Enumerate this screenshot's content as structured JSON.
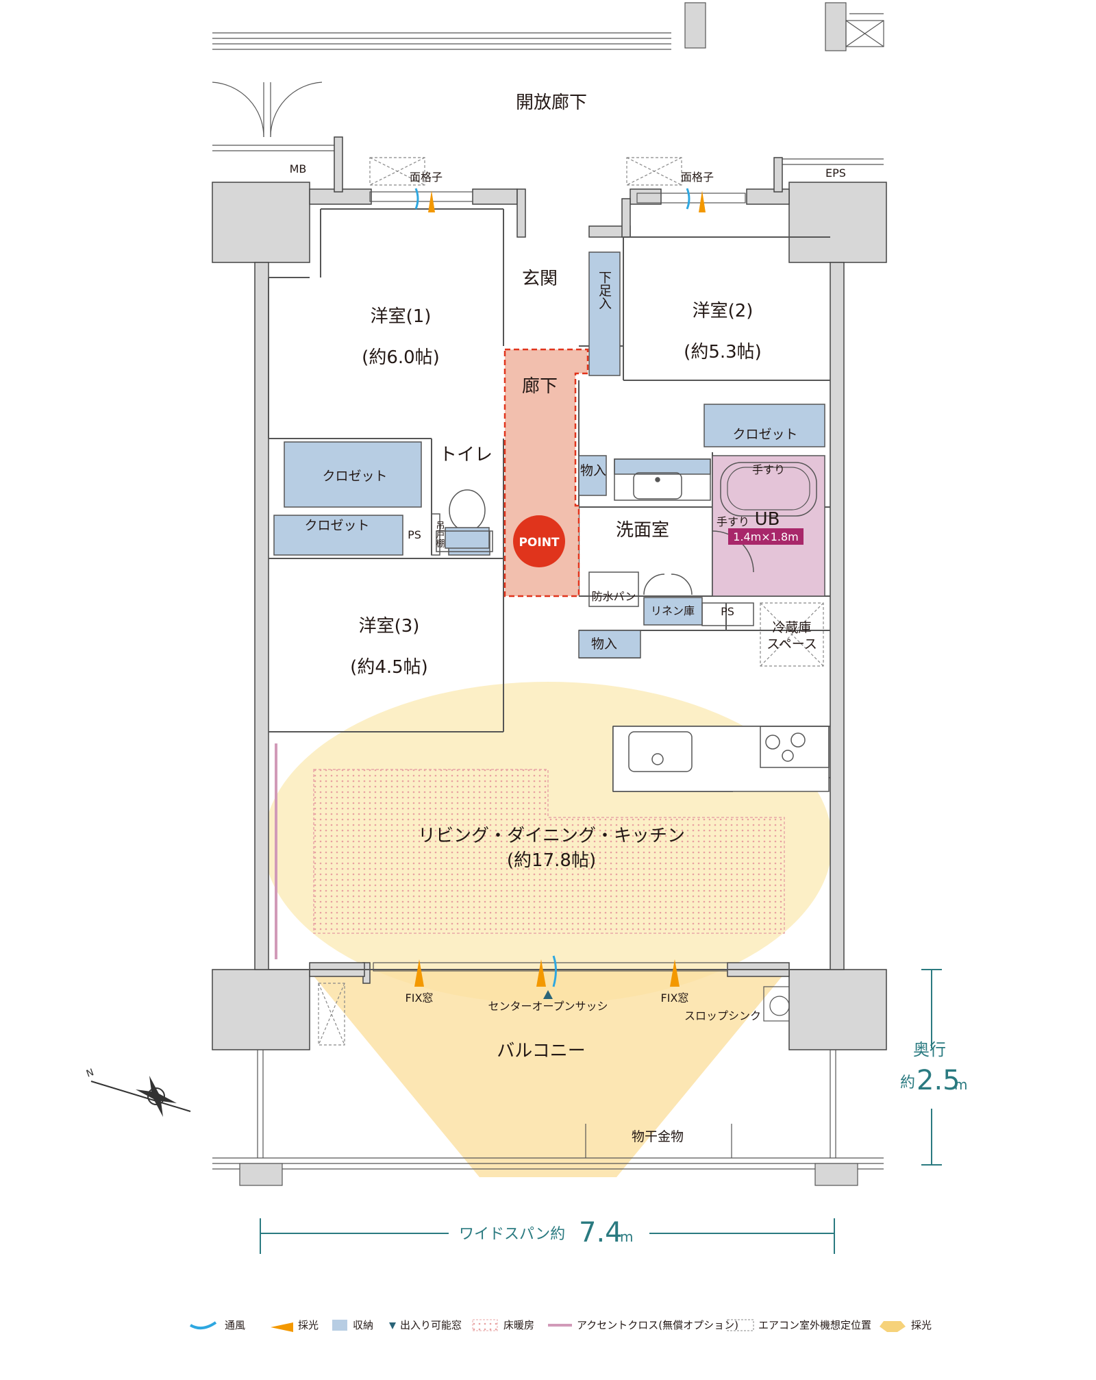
{
  "rooms": {
    "corridor_open": "開放廊下",
    "mb": "MB",
    "eps": "EPS",
    "grille_left": "面格子",
    "grille_right": "面格子",
    "entrance": "玄関",
    "shoe_storage": "下足入",
    "hallway": "廊下",
    "western1": "洋室(1)",
    "western1_size": "(約6.0帖)",
    "western2": "洋室(2)",
    "western2_size": "(約5.3帖)",
    "western3": "洋室(3)",
    "western3_size": "(約4.5帖)",
    "closet_w1": "クロゼット",
    "closet_w3": "クロゼット",
    "closet_w2": "クロゼット",
    "ps_left": "PS",
    "ps_right": "PS",
    "toilet": "トイレ",
    "hanging_shelf": "吊戸棚",
    "storage_small1": "物入",
    "storage_small2": "物入",
    "washroom": "洗面室",
    "waterproof_pan": "防水パン",
    "linen": "リネン庫",
    "ub": "UB",
    "handrail1": "手すり",
    "handrail2": "手すり",
    "ub_size": "1.4m×1.8m",
    "fridge_line1": "冷蔵庫",
    "fridge_line2": "スペース",
    "ldk": "リビング・ダイニング・キッチン",
    "ldk_size": "(約17.8帖)",
    "fix_left": "FIX窓",
    "fix_right": "FIX窓",
    "center_sash": "センターオープンサッシ",
    "slop_sink": "スロップシンク",
    "balcony": "バルコニー",
    "drying_hardware": "物干金物",
    "point_badge": "POINT"
  },
  "dimensions": {
    "depth_label": "奥行",
    "depth_prefix": "約",
    "depth_value": "2.5",
    "depth_unit": "m",
    "width_label": "ワイドスパン約",
    "width_value": "7.4",
    "width_unit": "m"
  },
  "compass": {
    "north": "N"
  },
  "legend": [
    {
      "icon": "ventilation-icon",
      "label": "通風",
      "color": "#2ea7e0"
    },
    {
      "icon": "daylight-arrow-icon",
      "label": "採光",
      "color": "#f39800"
    },
    {
      "icon": "storage-icon",
      "label": "収納",
      "color": "#b7cde3"
    },
    {
      "icon": "entry-window-icon",
      "label": "出入り可能窓",
      "color": "#2a6478"
    },
    {
      "icon": "floor-heating-icon",
      "label": "床暖房",
      "color": "#e8a7a7"
    },
    {
      "icon": "accent-cloth-icon",
      "label": "アクセントクロス(無償オプション)",
      "color": "#d19ab8"
    },
    {
      "icon": "ac-outdoor-icon",
      "label": "エアコン室外機想定位置",
      "color": "#888888"
    },
    {
      "icon": "daylight-zone-icon",
      "label": "採光",
      "color": "#f6d27a"
    }
  ],
  "colors": {
    "wall": "#d7d7d7",
    "storage": "#b7cde3",
    "bath": "#e4c4d8",
    "point_area": "#f2bfae",
    "point_badge": "#e0341c",
    "light_zone": "#fbe6a8",
    "dim": "#2a7a80",
    "label_box": "#a8276a"
  }
}
